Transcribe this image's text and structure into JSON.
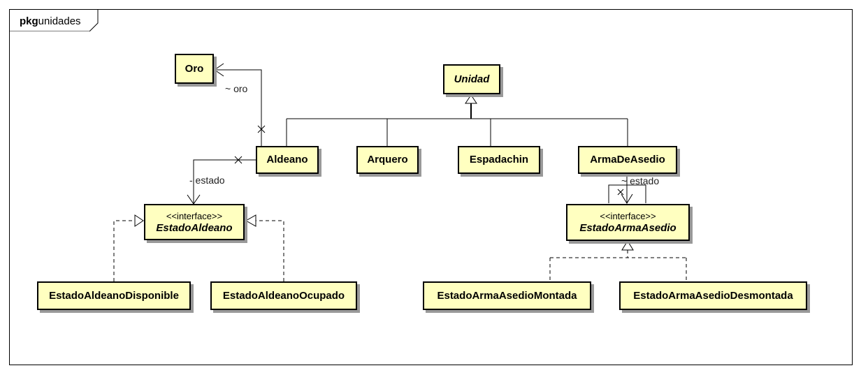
{
  "package": {
    "keyword": "pkg",
    "name": "unidades"
  },
  "classes": {
    "oro": {
      "name": "Oro"
    },
    "unidad": {
      "name": "Unidad"
    },
    "aldeano": {
      "name": "Aldeano"
    },
    "arquero": {
      "name": "Arquero"
    },
    "espadachin": {
      "name": "Espadachin"
    },
    "arma_de_asedio": {
      "name": "ArmaDeAsedio"
    },
    "estado_aldeano": {
      "stereotype": "<<interface>>",
      "name": "EstadoAldeano"
    },
    "estado_arma_asedio": {
      "stereotype": "<<interface>>",
      "name": "EstadoArmaAsedio"
    },
    "estado_aldeano_disponible": {
      "name": "EstadoAldeanoDisponible"
    },
    "estado_aldeano_ocupado": {
      "name": "EstadoAldeanoOcupado"
    },
    "estado_arma_asedio_montada": {
      "name": "EstadoArmaAsedioMontada"
    },
    "estado_arma_asedio_desmontada": {
      "name": "EstadoArmaAsedioDesmontada"
    }
  },
  "associations": {
    "oro": "~ oro",
    "estado_aldeano": "- estado",
    "estado_arma_asedio": "~ estado"
  }
}
